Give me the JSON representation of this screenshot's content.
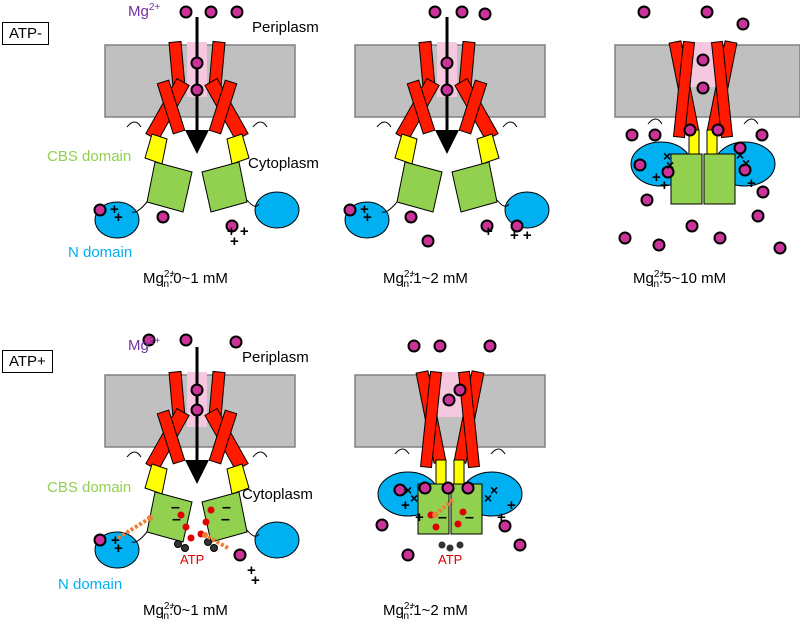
{
  "labels": {
    "atp_minus": "ATP-",
    "atp_plus": "ATP+",
    "periplasm": "Periplasm",
    "cytoplasm": "Cytoplasm",
    "cbs_domain": "CBS domain",
    "n_domain": "N domain",
    "atp": "ATP",
    "mg": "Mg",
    "mg_charge": "2+",
    "mg_in_sub": "in"
  },
  "conditions": {
    "top_left": ":0~1 mM",
    "top_mid": ":1~2 mM",
    "top_right": ":5~10 mM",
    "bottom_left": ":0~1 mM",
    "bottom_mid": ":1~2 mM"
  },
  "colors": {
    "membrane": "#c0c0c0",
    "helix": "#ff1a00",
    "pore": "#f6c8e0",
    "linker": "#ffff00",
    "cbs": "#92d050",
    "n_domain": "#00b0f0",
    "ion_fill": "#cc3399",
    "label_green": "#92d050",
    "label_blue": "#00b0f0",
    "label_purple": "#7030a0",
    "atp_red": "#e00000",
    "arrow_orange": "#ed7d31"
  }
}
